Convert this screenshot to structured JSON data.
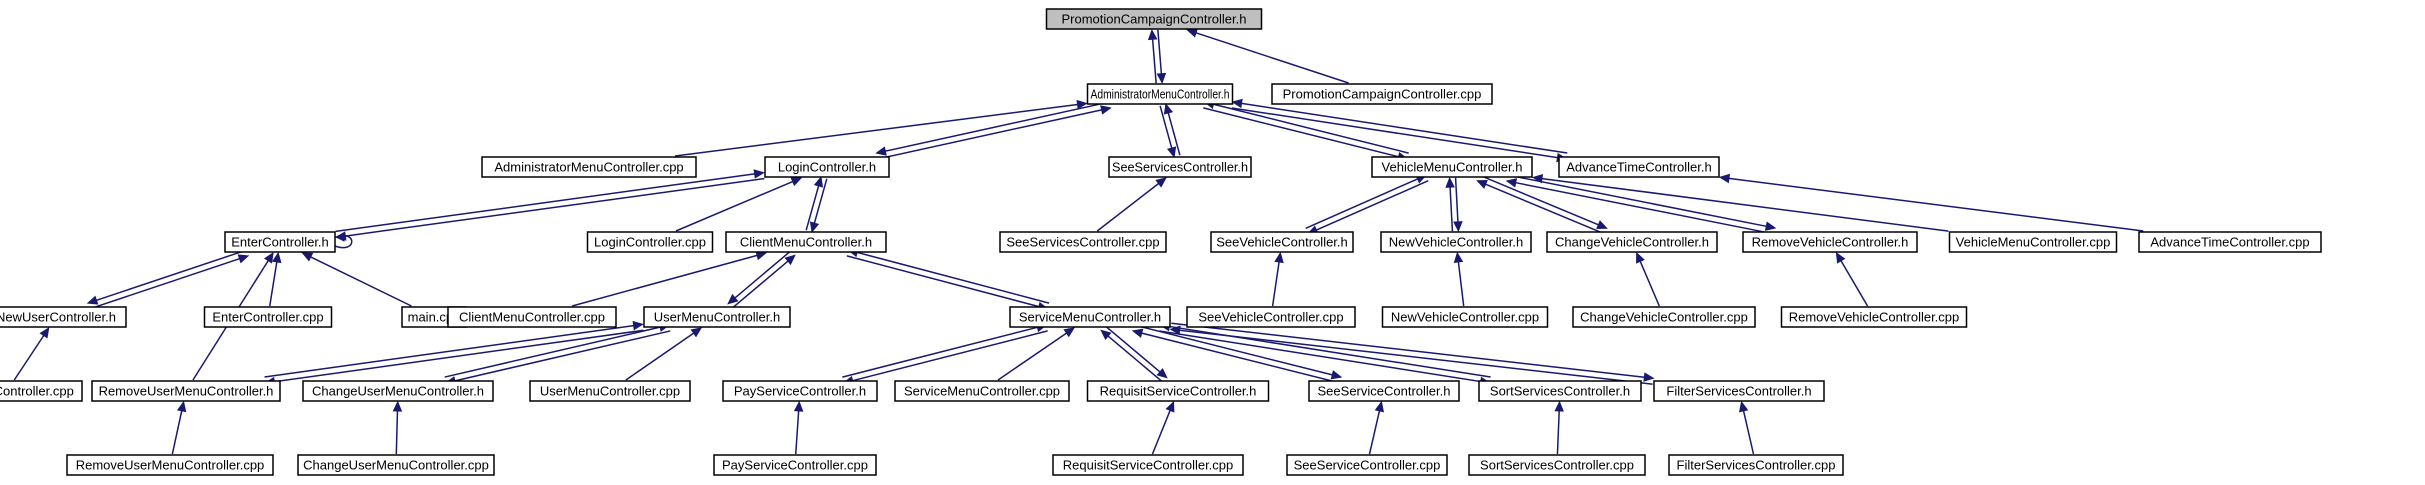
{
  "colors": {
    "edge": "#191970",
    "node_border": "#000000",
    "node_fill": "#ffffff",
    "root_fill": "#bfbfbf"
  },
  "nodes": [
    {
      "id": "pcc_h",
      "label": "PromotionCampaignController.h",
      "root": true
    },
    {
      "id": "amc_h",
      "label": "AdministratorMenuController.h"
    },
    {
      "id": "pcc_cpp",
      "label": "PromotionCampaignController.cpp"
    },
    {
      "id": "amc_cpp",
      "label": "AdministratorMenuController.cpp"
    },
    {
      "id": "lc_h",
      "label": "LoginController.h"
    },
    {
      "id": "ssc_h",
      "label": "SeeServicesController.h"
    },
    {
      "id": "vmc_h",
      "label": "VehicleMenuController.h"
    },
    {
      "id": "atc_h",
      "label": "AdvanceTimeController.h"
    },
    {
      "id": "ec_h",
      "label": "EnterController.h"
    },
    {
      "id": "lc_cpp",
      "label": "LoginController.cpp"
    },
    {
      "id": "cmc_h",
      "label": "ClientMenuController.h"
    },
    {
      "id": "ssc_cpp",
      "label": "SeeServicesController.cpp"
    },
    {
      "id": "svc_h",
      "label": "SeeVehicleController.h"
    },
    {
      "id": "nvc_h",
      "label": "NewVehicleController.h"
    },
    {
      "id": "cvc_h",
      "label": "ChangeVehicleController.h"
    },
    {
      "id": "rvc_h",
      "label": "RemoveVehicleController.h"
    },
    {
      "id": "vmc_cpp",
      "label": "VehicleMenuController.cpp"
    },
    {
      "id": "atc_cpp",
      "label": "AdvanceTimeController.cpp"
    },
    {
      "id": "nuc_h",
      "label": "NewUserController.h"
    },
    {
      "id": "ec_cpp",
      "label": "EnterController.cpp"
    },
    {
      "id": "main_cpp",
      "label": "main.cpp"
    },
    {
      "id": "cmc_cpp",
      "label": "ClientMenuController.cpp"
    },
    {
      "id": "umc_h",
      "label": "UserMenuController.h"
    },
    {
      "id": "smc_h",
      "label": "ServiceMenuController.h"
    },
    {
      "id": "svc_cpp",
      "label": "SeeVehicleController.cpp"
    },
    {
      "id": "nvc_cpp",
      "label": "NewVehicleController.cpp"
    },
    {
      "id": "cvc_cpp",
      "label": "ChangeVehicleController.cpp"
    },
    {
      "id": "rvc_cpp",
      "label": "RemoveVehicleController.cpp"
    },
    {
      "id": "nuc_cpp",
      "label": "NewUserController.cpp"
    },
    {
      "id": "rumc_h",
      "label": "RemoveUserMenuController.h"
    },
    {
      "id": "cumc_h",
      "label": "ChangeUserMenuController.h"
    },
    {
      "id": "umc_cpp",
      "label": "UserMenuController.cpp"
    },
    {
      "id": "psc_h",
      "label": "PayServiceController.h"
    },
    {
      "id": "smc_cpp",
      "label": "ServiceMenuController.cpp"
    },
    {
      "id": "rsc_h",
      "label": "RequisitServiceController.h"
    },
    {
      "id": "sesc_h",
      "label": "SeeServiceController.h"
    },
    {
      "id": "sosc_h",
      "label": "SortServicesController.h"
    },
    {
      "id": "fsc_h",
      "label": "FilterServicesController.h"
    },
    {
      "id": "rumc_cpp",
      "label": "RemoveUserMenuController.cpp"
    },
    {
      "id": "cumc_cpp",
      "label": "ChangeUserMenuController.cpp"
    },
    {
      "id": "psc_cpp",
      "label": "PayServiceController.cpp"
    },
    {
      "id": "rsc_cpp",
      "label": "RequisitServiceController.cpp"
    },
    {
      "id": "sesc_cpp",
      "label": "SeeServiceController.cpp"
    },
    {
      "id": "sosc_cpp",
      "label": "SortServicesController.cpp"
    },
    {
      "id": "fsc_cpp",
      "label": "FilterServicesController.cpp"
    }
  ],
  "edges": [
    [
      "amc_h",
      "pcc_h"
    ],
    [
      "pcc_h",
      "amc_h"
    ],
    [
      "pcc_cpp",
      "pcc_h"
    ],
    [
      "amc_cpp",
      "amc_h"
    ],
    [
      "lc_h",
      "amc_h"
    ],
    [
      "amc_h",
      "lc_h"
    ],
    [
      "ssc_h",
      "amc_h"
    ],
    [
      "amc_h",
      "ssc_h"
    ],
    [
      "vmc_h",
      "amc_h"
    ],
    [
      "amc_h",
      "vmc_h"
    ],
    [
      "atc_h",
      "amc_h"
    ],
    [
      "amc_h",
      "atc_h"
    ],
    [
      "ec_h",
      "lc_h"
    ],
    [
      "lc_h",
      "ec_h"
    ],
    [
      "lc_cpp",
      "lc_h"
    ],
    [
      "cmc_h",
      "lc_h"
    ],
    [
      "lc_h",
      "cmc_h"
    ],
    [
      "ssc_cpp",
      "ssc_h"
    ],
    [
      "svc_h",
      "vmc_h"
    ],
    [
      "vmc_h",
      "svc_h"
    ],
    [
      "nvc_h",
      "vmc_h"
    ],
    [
      "vmc_h",
      "nvc_h"
    ],
    [
      "cvc_h",
      "vmc_h"
    ],
    [
      "vmc_h",
      "cvc_h"
    ],
    [
      "rvc_h",
      "vmc_h"
    ],
    [
      "vmc_h",
      "rvc_h"
    ],
    [
      "vmc_cpp",
      "vmc_h"
    ],
    [
      "atc_cpp",
      "atc_h"
    ],
    [
      "ec_h",
      "ec_h"
    ],
    [
      "nuc_h",
      "ec_h"
    ],
    [
      "ec_h",
      "nuc_h"
    ],
    [
      "ec_cpp",
      "ec_h"
    ],
    [
      "main_cpp",
      "ec_h"
    ],
    [
      "rumc_h",
      "ec_h"
    ],
    [
      "cmc_cpp",
      "cmc_h"
    ],
    [
      "umc_h",
      "cmc_h"
    ],
    [
      "cmc_h",
      "umc_h"
    ],
    [
      "smc_h",
      "cmc_h"
    ],
    [
      "cmc_h",
      "smc_h"
    ],
    [
      "svc_cpp",
      "svc_h"
    ],
    [
      "nvc_cpp",
      "nvc_h"
    ],
    [
      "cvc_cpp",
      "cvc_h"
    ],
    [
      "rvc_cpp",
      "rvc_h"
    ],
    [
      "nuc_cpp",
      "nuc_h"
    ],
    [
      "rumc_h",
      "umc_h"
    ],
    [
      "umc_h",
      "rumc_h"
    ],
    [
      "cumc_h",
      "umc_h"
    ],
    [
      "umc_h",
      "cumc_h"
    ],
    [
      "umc_cpp",
      "umc_h"
    ],
    [
      "psc_h",
      "smc_h"
    ],
    [
      "smc_h",
      "psc_h"
    ],
    [
      "smc_cpp",
      "smc_h"
    ],
    [
      "rsc_h",
      "smc_h"
    ],
    [
      "smc_h",
      "rsc_h"
    ],
    [
      "sesc_h",
      "smc_h"
    ],
    [
      "smc_h",
      "sesc_h"
    ],
    [
      "sosc_h",
      "smc_h"
    ],
    [
      "smc_h",
      "sosc_h"
    ],
    [
      "fsc_h",
      "smc_h"
    ],
    [
      "smc_h",
      "fsc_h"
    ],
    [
      "rumc_cpp",
      "rumc_h"
    ],
    [
      "cumc_cpp",
      "cumc_h"
    ],
    [
      "psc_cpp",
      "psc_h"
    ],
    [
      "rsc_cpp",
      "rsc_h"
    ],
    [
      "sesc_cpp",
      "sesc_h"
    ],
    [
      "sosc_cpp",
      "sosc_h"
    ],
    [
      "fsc_cpp",
      "fsc_h"
    ]
  ]
}
